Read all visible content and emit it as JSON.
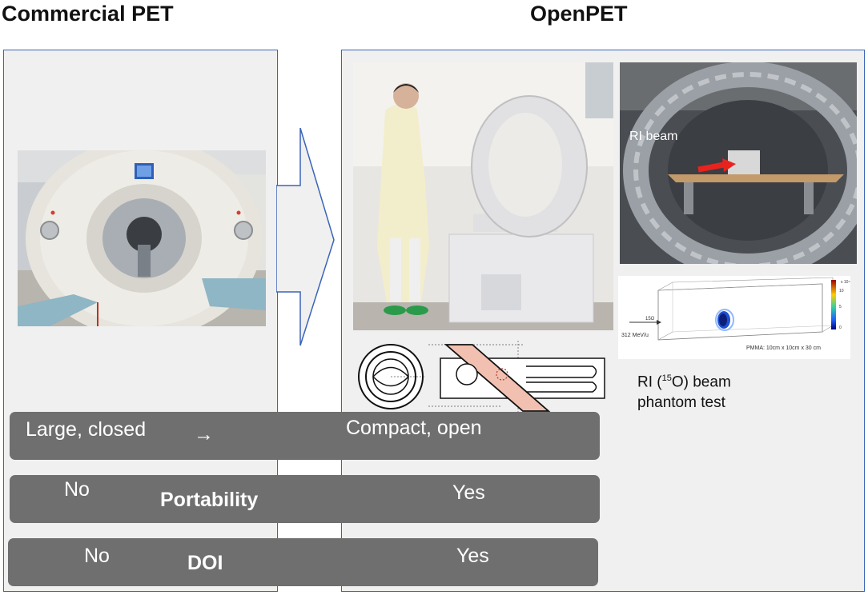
{
  "titles": {
    "commercial": "Commercial PET",
    "openpet": "OpenPET"
  },
  "labels": {
    "ri_beam": "RI beam",
    "ion_label": "15O",
    "energy": "312 MeV/u",
    "pmma": "PMMA: 10cm x 10cm x 30 cm",
    "colorbar_top": "x 10⁴",
    "colorbar_ticks": [
      "10",
      "5",
      "0"
    ]
  },
  "caption": {
    "line1_pre": "RI (",
    "line1_sup": "15",
    "line1_post": "O) beam",
    "line2": "phantom test"
  },
  "bars": [
    {
      "left": "Large, closed",
      "arrow": "→",
      "right": "Compact, open",
      "center": ""
    },
    {
      "left": "No",
      "center": "Portability",
      "right": "Yes"
    },
    {
      "left": "No",
      "center": "DOI",
      "right": "Yes"
    }
  ],
  "colors": {
    "panel_border": "#3a64b8",
    "panel_bg": "#f0f0f0",
    "bar_bg": "#6f6f6f",
    "beam_arrow": "#e8231e",
    "detector_fill": "#f2c0b0"
  }
}
